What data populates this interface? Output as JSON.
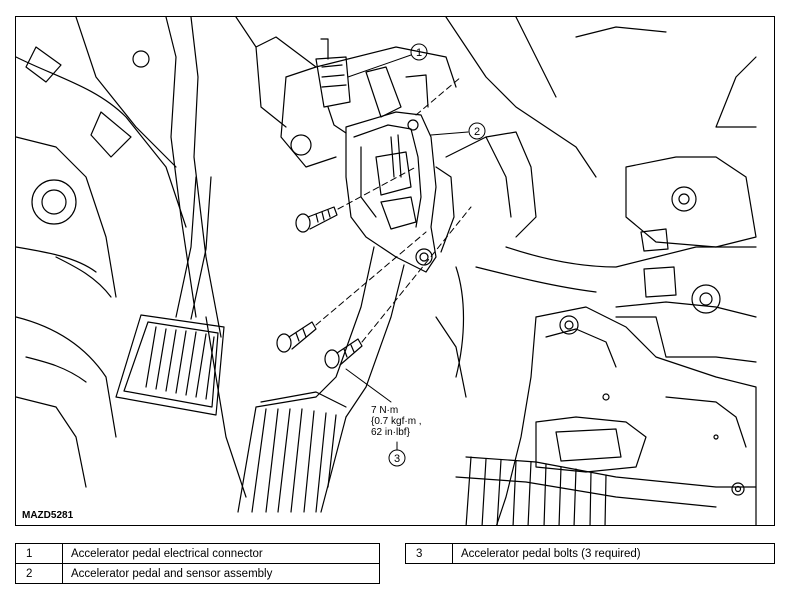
{
  "figure": {
    "id_label": "MAZD5281",
    "callouts": [
      {
        "number": "1"
      },
      {
        "number": "2"
      },
      {
        "number": "3"
      }
    ],
    "torque_spec": {
      "line1": "7 N·m",
      "line2": "{0.7 kgf·m ,",
      "line3": "62 in·lbf}"
    }
  },
  "legend": {
    "left": [
      {
        "number": "1",
        "description": "Accelerator pedal electrical connector"
      },
      {
        "number": "2",
        "description": "Accelerator pedal and sensor assembly"
      }
    ],
    "right": [
      {
        "number": "3",
        "description": "Accelerator pedal bolts (3 required)"
      }
    ]
  }
}
